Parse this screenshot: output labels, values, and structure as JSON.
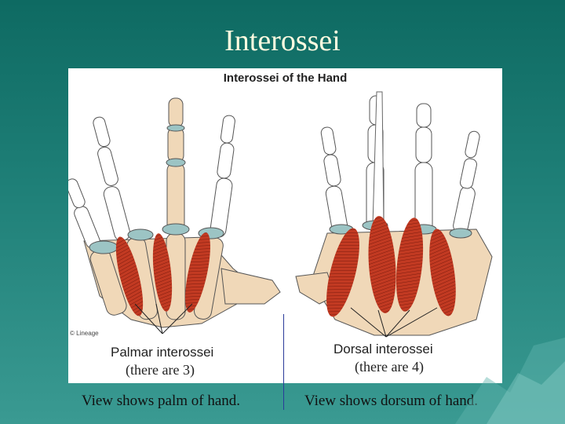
{
  "slide": {
    "title": "Interossei",
    "caption_left": "View shows palm of hand.",
    "caption_right": "View shows dorsum of hand."
  },
  "figure": {
    "title": "Interossei of the Hand",
    "credit": "© Lineage",
    "palmar": {
      "label": "Palmar interossei",
      "count_text": "(there are 3)",
      "count": 3
    },
    "dorsal": {
      "label": "Dorsal interossei",
      "count_text": "(there are 4)",
      "count": 4
    }
  },
  "colors": {
    "background": "#1f8078",
    "title_text": "#fffbe0",
    "bone": "#f0d8b8",
    "cartilage": "#9cc4c4",
    "muscle": "#b8321f",
    "divider": "#2a3b9a"
  }
}
